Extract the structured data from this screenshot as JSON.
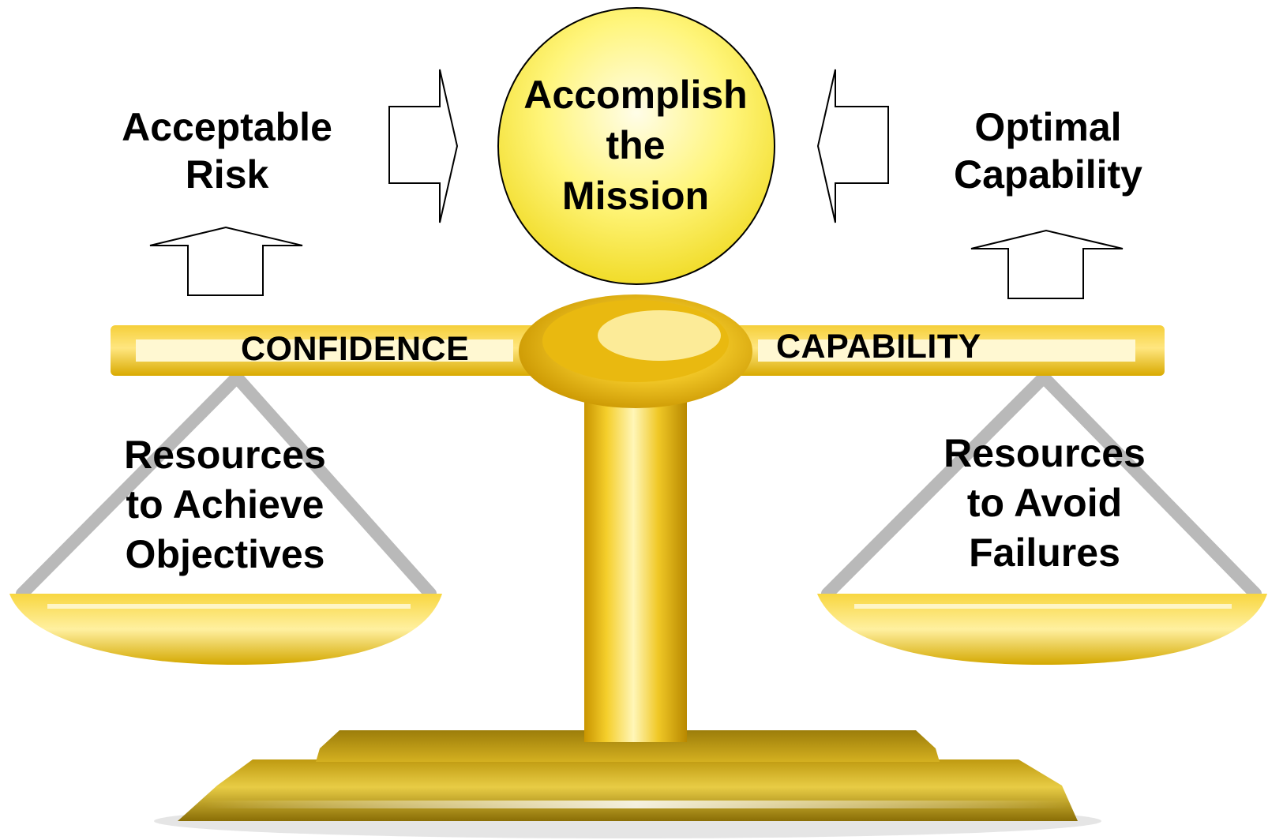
{
  "mission": {
    "text": "Accomplish\nthe\nMission",
    "circle_color": "#fff36a"
  },
  "left": {
    "goal": "Acceptable\nRisk",
    "beam_label": "CONFIDENCE",
    "pan_label": "Resources\nto Achieve\nObjectives"
  },
  "right": {
    "goal": "Optimal\nCapability",
    "beam_label": "CAPABILITY",
    "pan_label": "Resources\nto Avoid\nFailures"
  },
  "colors": {
    "gold": "#e0b400",
    "gold_light": "#fff2a0",
    "gold_dark": "#8a7000",
    "chain": "#b8b8b8",
    "arrow_stroke": "#000000"
  },
  "icons": {
    "scale": "balance-scale-icon",
    "arrows": "outline-arrow-icon"
  }
}
